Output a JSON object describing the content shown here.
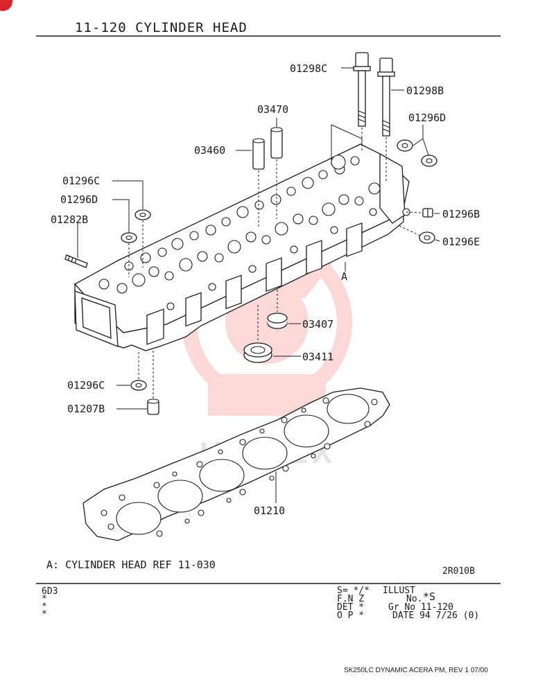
{
  "header": {
    "title": "11-120   CYLINDER HEAD"
  },
  "callouts": {
    "c01298C": "01298C",
    "c01298B": "01298B",
    "c03470": "03470",
    "c03460": "03460",
    "c01296D_top": "01296D",
    "c01296C_top": "01296C",
    "c01296D_left": "01296D",
    "c01282B": "01282B",
    "c01296B": "01296B",
    "c01296E": "01296E",
    "cA": "A",
    "c03407": "03407",
    "c03411": "03411",
    "c01296C_bottom": "01296C",
    "c01207B": "01207B",
    "c01210": "01210"
  },
  "reference_note": "A: CYLINDER HEAD REF 11-030",
  "illustration_code": "2R010B",
  "info_block": {
    "left_code": "6D3",
    "left_marks": [
      "*",
      "*",
      "*"
    ],
    "col1": [
      "S= */*",
      "F.N Z",
      "DET *",
      "O P *"
    ],
    "col2": [
      "ILLUST",
      "No.",
      "Gr No 11-120",
      "DATE 94 7/26   (0)"
    ],
    "illust_no_value": "*S"
  },
  "footer_text": "SK250LC DYNAMIC ACERA PM, REV 1 07/00",
  "watermark": {
    "text": "UNITEX",
    "color": "#e8322e"
  }
}
